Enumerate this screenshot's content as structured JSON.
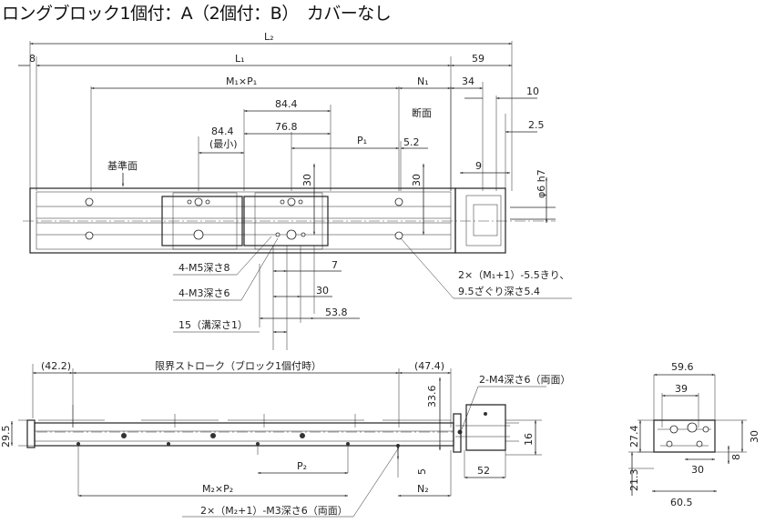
{
  "title": "ロングブロック1個付：A（2個付：B）　カバーなし",
  "top_view": {
    "L2": "L₂",
    "L1": "L₁",
    "d8": "8",
    "d59": "59",
    "M1xP1": "M₁×P₁",
    "N1": "N₁",
    "d34": "34",
    "d10": "10",
    "d84_4": "84.4",
    "section": "断面",
    "d2_5": "2.5",
    "d84_4_min": "84.4",
    "min_label": "(最小)",
    "d76_8": "76.8",
    "P1": "P₁",
    "d5_2": "5.2",
    "reference_surface": "基準面",
    "d30_a": "30",
    "d30_b": "30",
    "d9": "9",
    "phi6": "φ6 h7",
    "m5_note": "4-M5深さ8",
    "m3_note": "4-M3深さ6",
    "d7": "7",
    "d30_c": "30",
    "d53_8": "53.8",
    "groove_note": "15（溝深さ1）",
    "hole_note_1": "2×（M₁+1）-5.5きり、",
    "hole_note_2": "9.5ざぐり深さ5.4"
  },
  "side_view": {
    "d42_2": "(42.2)",
    "stroke_label": "限界ストローク（ブロック1個付時）",
    "d47_4": "(47.4)",
    "m4_note": "2-M4深さ6（両面）",
    "d33_6": "33.6",
    "d29_5": "29.5",
    "d16": "16",
    "P2": "P₂",
    "d5": "5",
    "d52": "52",
    "M2xP2": "M₂×P₂",
    "N2": "N₂",
    "m3_side_note": "2×（M₂+1）-M3深さ6（両面）"
  },
  "end_view": {
    "d59_6": "59.6",
    "d39": "39",
    "d27_4": "27.4",
    "d30": "30",
    "d21_3": "21.3",
    "d30_b": "30",
    "d8": "8",
    "d60_5": "60.5"
  }
}
